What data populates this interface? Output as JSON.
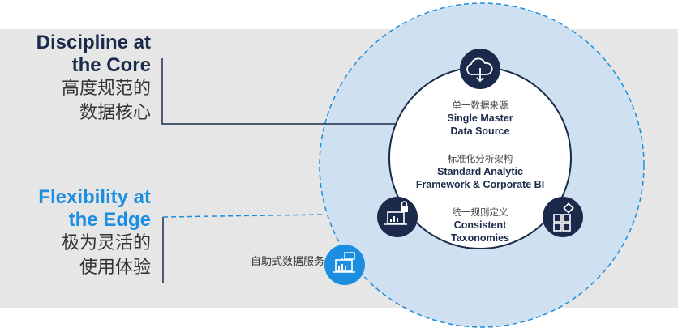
{
  "left": {
    "core": {
      "en": "Discipline at\nthe Core",
      "zh": "高度规范的\n数据核心"
    },
    "edge": {
      "en": "Flexibility at\nthe Edge",
      "zh": "极为灵活的\n使用体验"
    }
  },
  "center": {
    "single_source": {
      "zh": "单一数据来源",
      "en": "Single Master\nData Source"
    },
    "framework": {
      "zh": "标准化分析架构",
      "en": "Standard Analytic\nFramework & Corporate BI"
    },
    "taxonomies": {
      "zh": "统一规则定义",
      "en": "Consistent\nTaxonomies"
    }
  },
  "self_service": {
    "label": "自助式数据服务"
  },
  "icons": [
    "cloud-download-icon",
    "secure-dashboard-icon",
    "apps-icon",
    "self-service-chart-icon"
  ],
  "colors": {
    "navy": "#1b2a4a",
    "accent_blue": "#1b8ee0",
    "outer_ring": "#cfe1f1",
    "band": "#e6e6e6"
  }
}
